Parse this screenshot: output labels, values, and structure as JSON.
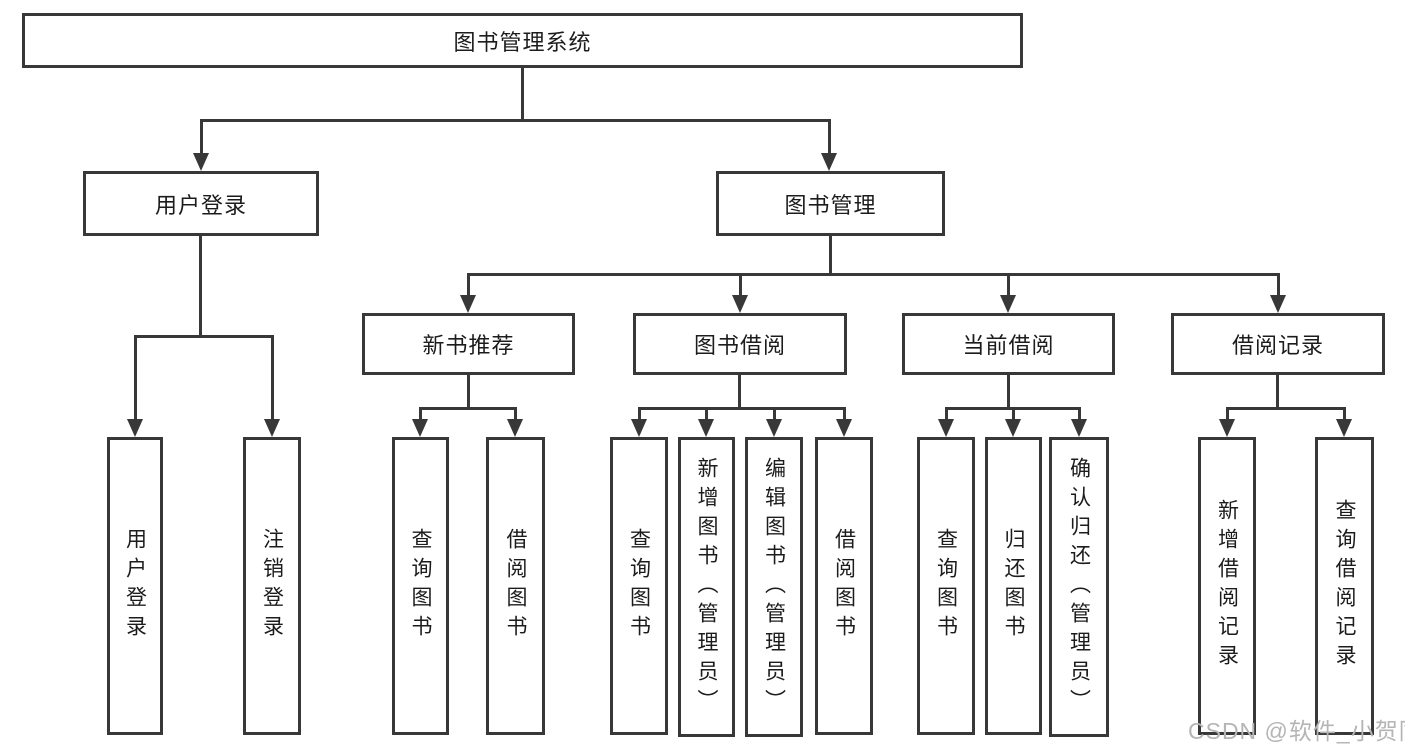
{
  "diagram": {
    "title": "图书管理系统",
    "root": {
      "label": "图书管理系统"
    },
    "level2": [
      {
        "id": "user-login",
        "label": "用户登录"
      },
      {
        "id": "book-mgmt",
        "label": "图书管理"
      }
    ],
    "level3": [
      {
        "id": "new-book-rec",
        "label": "新书推荐"
      },
      {
        "id": "book-borrow",
        "label": "图书借阅"
      },
      {
        "id": "current-borrow",
        "label": "当前借阅"
      },
      {
        "id": "borrow-records",
        "label": "借阅记录"
      }
    ],
    "leaves": [
      {
        "parent": "用户登录",
        "label": "用户登录"
      },
      {
        "parent": "用户登录",
        "label": "注销登录"
      },
      {
        "parent": "新书推荐",
        "label": "查询图书"
      },
      {
        "parent": "新书推荐",
        "label": "借阅图书"
      },
      {
        "parent": "图书借阅",
        "label": "查询图书"
      },
      {
        "parent": "图书借阅",
        "label": "新增图书（管理员）"
      },
      {
        "parent": "图书借阅",
        "label": "编辑图书（管理员）"
      },
      {
        "parent": "图书借阅",
        "label": "借阅图书"
      },
      {
        "parent": "当前借阅",
        "label": "查询图书"
      },
      {
        "parent": "当前借阅",
        "label": "归还图书"
      },
      {
        "parent": "当前借阅",
        "label": "确认归还（管理员）"
      },
      {
        "parent": "借阅记录",
        "label": "新增借阅记录"
      },
      {
        "parent": "借阅记录",
        "label": "查询借阅记录"
      }
    ],
    "watermark": "CSDN @软件_小贺同学",
    "colors": {
      "line": "#383838",
      "text": "#1c1c1c",
      "box_background": "#ffffff",
      "watermark": "#b5b5b5"
    }
  }
}
